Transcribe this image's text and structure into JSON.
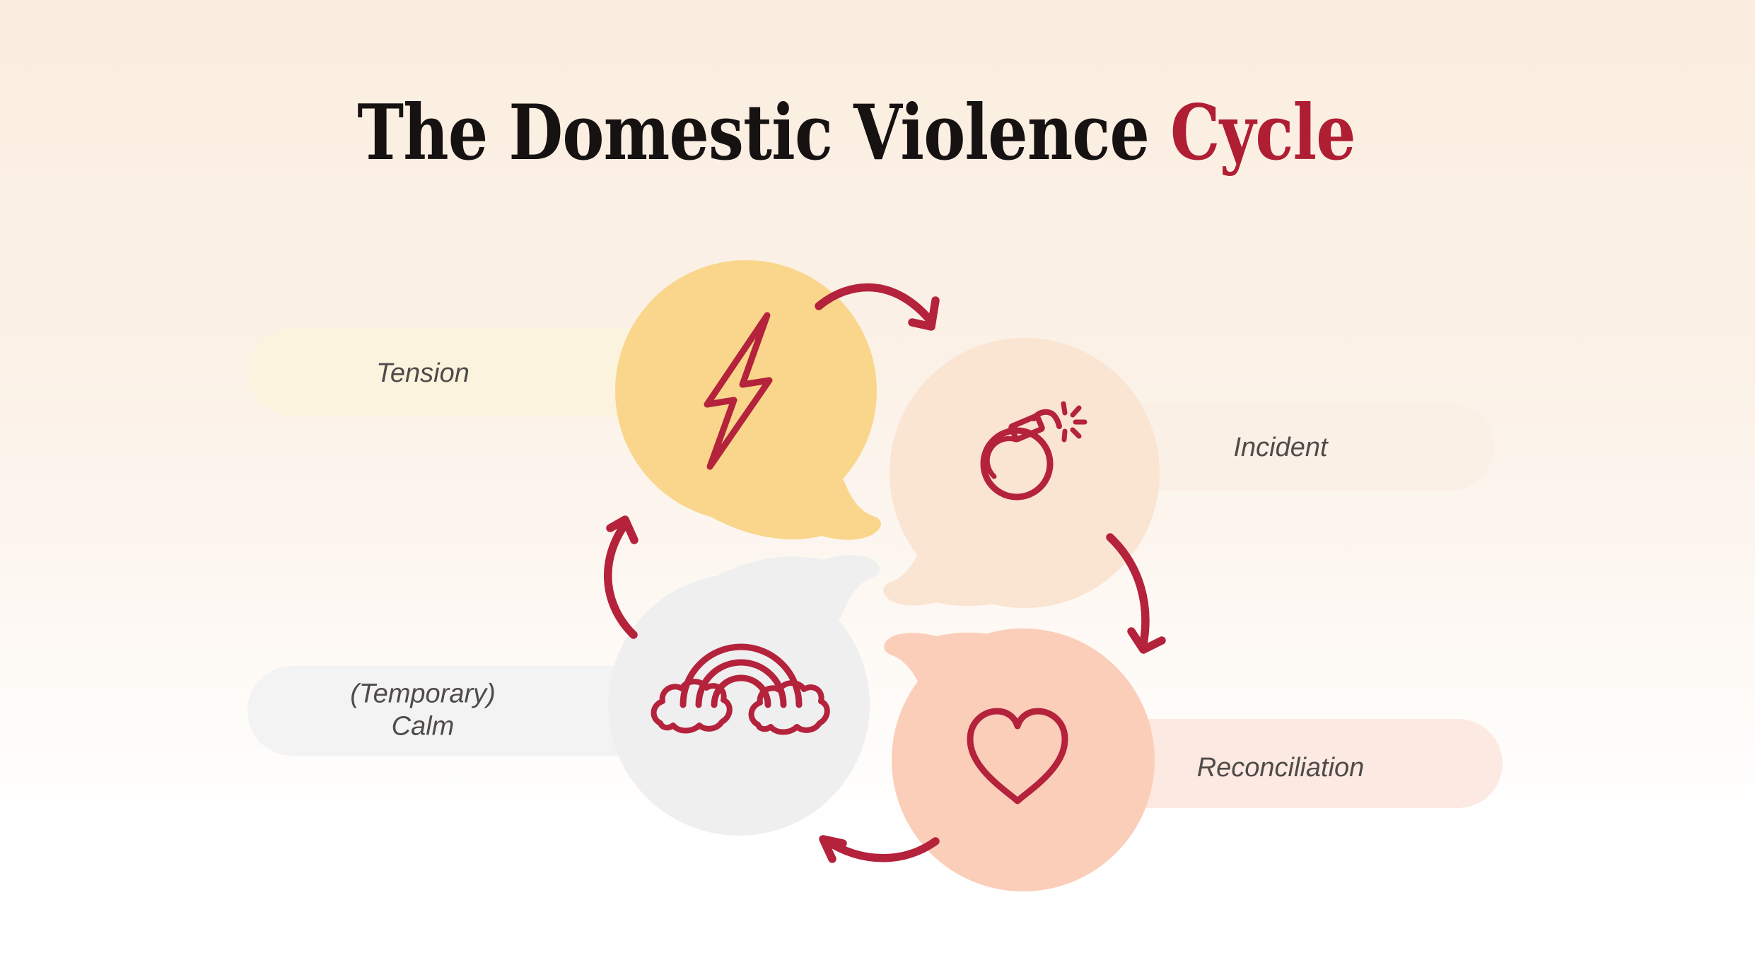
{
  "title": {
    "main": "The Domestic Violence ",
    "highlight": "Cycle"
  },
  "colors": {
    "accent": "#B4223B",
    "title_text": "#171212",
    "title_highlight": "#B01E33",
    "label_text": "#4F4B49",
    "background_top": "#FBEEE0",
    "background_bottom": "#FFFFFF"
  },
  "stages": [
    {
      "id": "tension",
      "label": "Tension",
      "label_lines": [
        "Tension"
      ],
      "icon": "lightning-bolt",
      "position": "top-left",
      "bubble_color": "#F9D68C",
      "pill_color": "#FBF3DD"
    },
    {
      "id": "incident",
      "label": "Incident",
      "label_lines": [
        "Incident"
      ],
      "icon": "bomb",
      "position": "top-right",
      "bubble_color": "#FAE4D2",
      "pill_color": "#FAF0E6"
    },
    {
      "id": "reconciliation",
      "label": "Reconciliation",
      "label_lines": [
        "Reconciliation"
      ],
      "icon": "heart",
      "position": "bottom-right",
      "bubble_color": "#FBCEB9",
      "pill_color": "#FCE9E1"
    },
    {
      "id": "calm",
      "label": "(Temporary) Calm",
      "label_lines": [
        "(Temporary)",
        "Calm"
      ],
      "icon": "rainbow-clouds",
      "position": "bottom-left",
      "bubble_color": "#EFEFF0",
      "pill_color": "#F3F3F4"
    }
  ],
  "arrows": [
    "tension-to-incident",
    "incident-to-reconciliation",
    "reconciliation-to-calm",
    "calm-to-tension"
  ]
}
